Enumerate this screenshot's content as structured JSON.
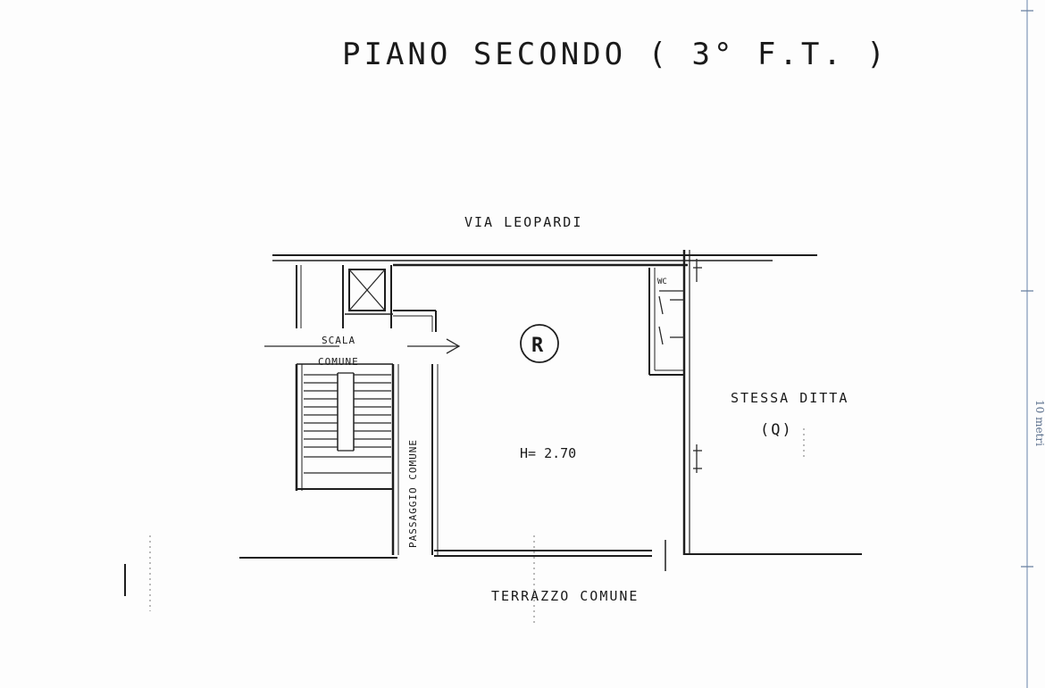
{
  "title": "PIANO  SECONDO  ( 3° F.T. )",
  "labels": {
    "street": "VIA LEOPARDI",
    "stair": "SCALA",
    "stair_line2": "COMUNE",
    "passage": "PASSAGGIO COMUNE",
    "wc": "WC",
    "unit_mark": "R",
    "height": "H= 2.70",
    "neighbor": "STESSA DITTA",
    "neighbor_mark": "(Q)",
    "terrace": "TERRAZZO COMUNE"
  },
  "scale": {
    "label": "10 metri",
    "color": "#5a6f8c"
  },
  "colors": {
    "ink": "#1e1e1e",
    "paper": "#fdfdfd"
  }
}
